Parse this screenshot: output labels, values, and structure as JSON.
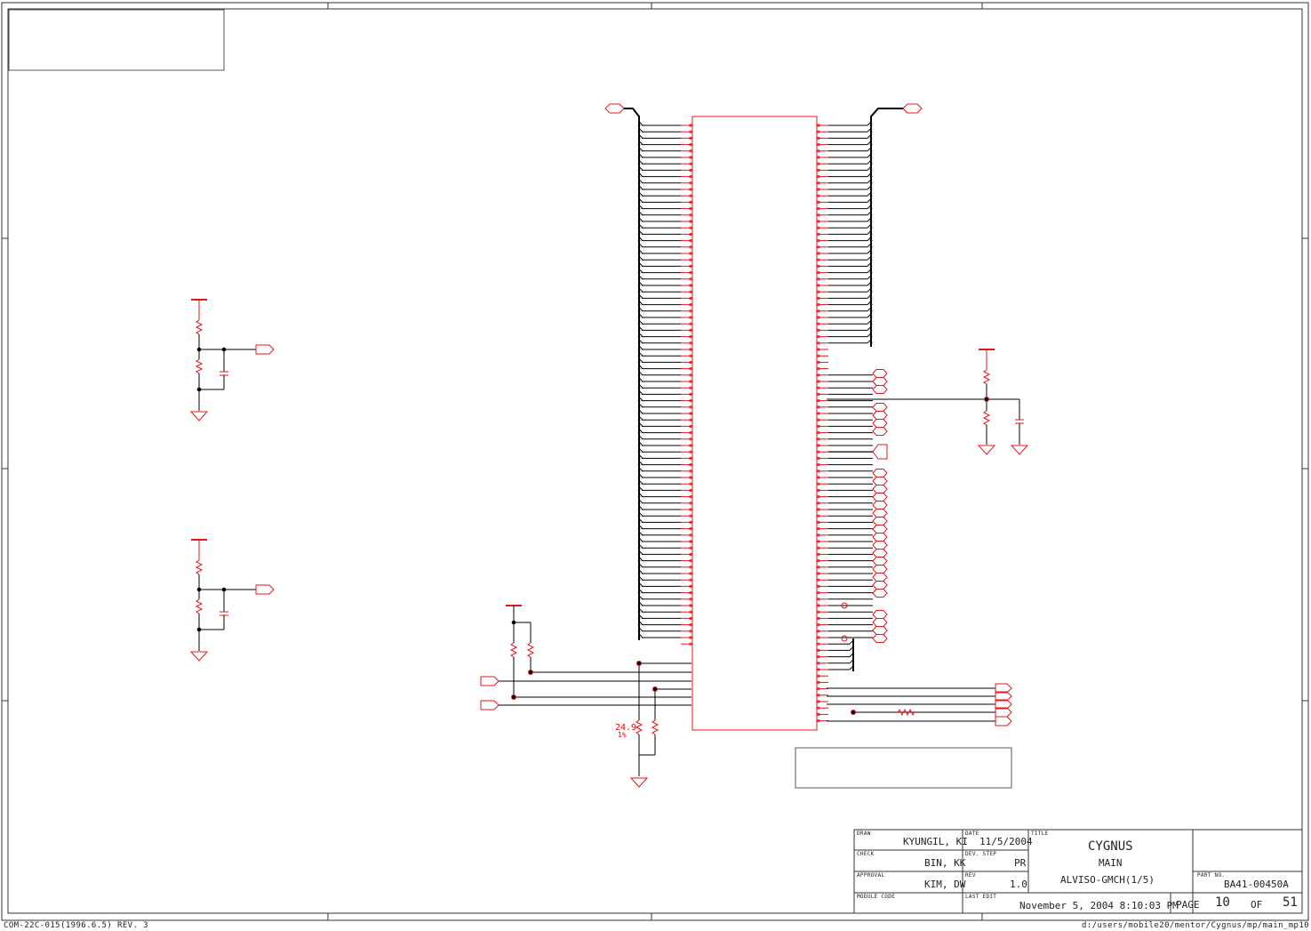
{
  "title_block": {
    "draw_label": "DRAW",
    "draw_name": "KYUNGIL, KI",
    "check_label": "CHECK",
    "check_name": "BIN, KK",
    "approval_label": "APPROVAL",
    "approval_name": "KIM, DW",
    "module_label": "MODULE CODE",
    "date_label": "DATE",
    "date_value": "11/5/2004",
    "devstep_label": "DEV. STEP",
    "devstep_value": "PR",
    "rev_label": "REV",
    "rev_value": "1.0",
    "lastedit_label": "LAST EDIT",
    "lastedit_value": "November 5, 2004  8:10:03 PM",
    "title_label": "TITLE",
    "title_line1": "CYGNUS",
    "title_line2": "MAIN",
    "title_line3": "ALVISO-GMCH(1/5)",
    "partno_label": "PART NO.",
    "partno_value": "BA41-00450A",
    "page_label": "PAGE",
    "page_value": "10",
    "of_label": "OF",
    "of_value": "51"
  },
  "footer": {
    "left": "COM-22C-015(1996.6.5) REV. 3",
    "right": "d:/users/mobile20/mentor/Cygnus/mp/main_mp10"
  },
  "resistor_label": {
    "value": "24.9",
    "tol": "1%"
  },
  "colors": {
    "component": "#e8141c",
    "wire": "#000000",
    "border": "#333333"
  }
}
